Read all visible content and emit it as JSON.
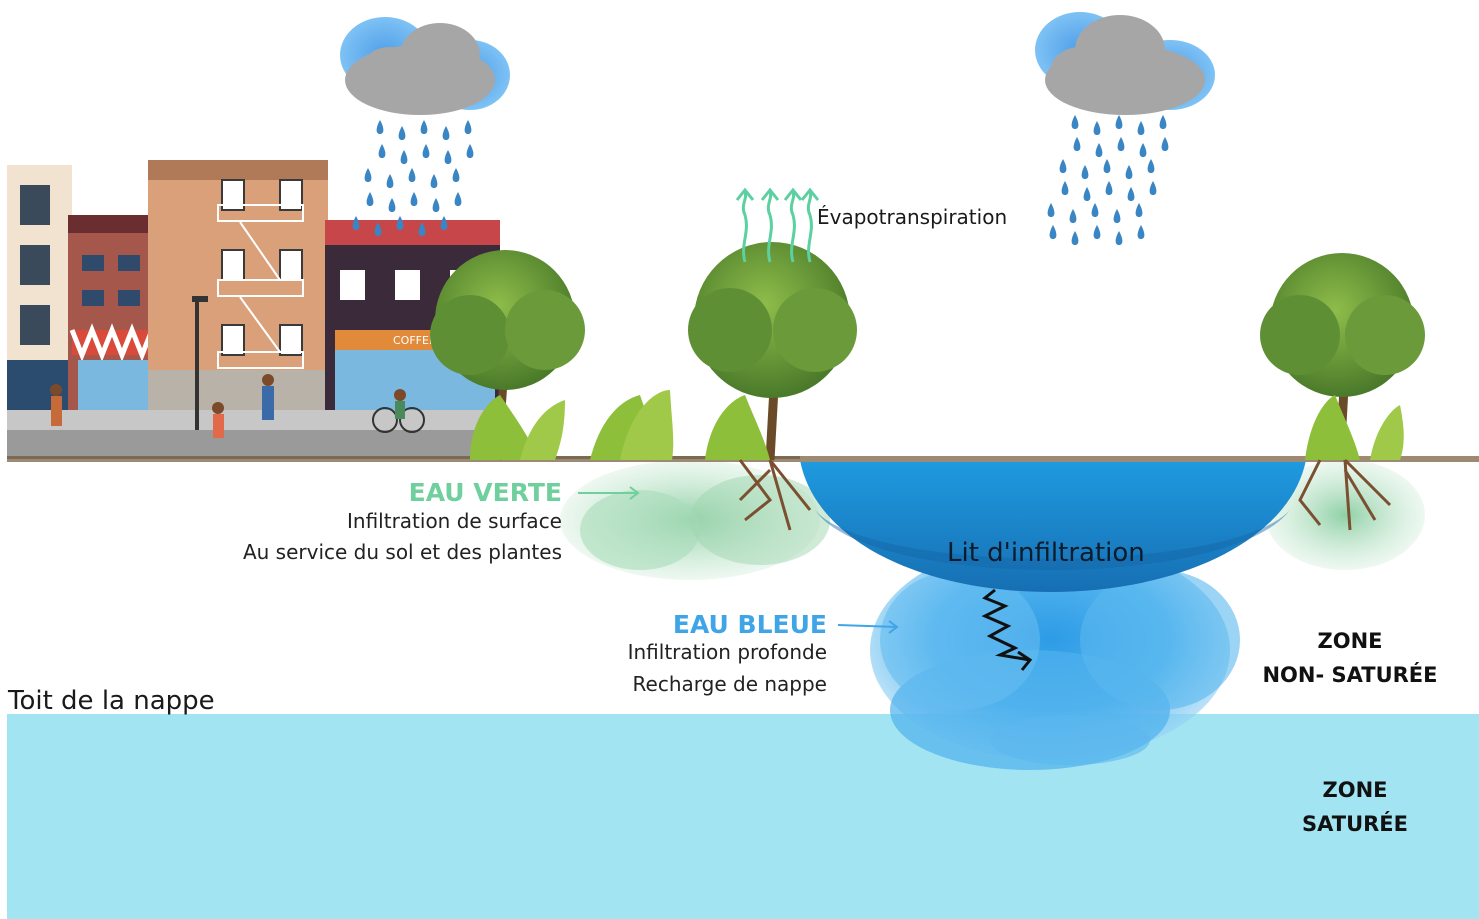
{
  "labels": {
    "evapo": "Évapotranspiration",
    "eau_verte_title": "EAU VERTE",
    "eau_verte_line1": "Infiltration de surface",
    "eau_verte_line2": "Au service du sol et des plantes",
    "eau_bleue_title": "EAU BLEUE",
    "eau_bleue_line1": "Infiltration profonde",
    "eau_bleue_line2": "Recharge de nappe",
    "lit": "Lit d'infiltration",
    "toit": "Toit de la nappe",
    "zone_ns_1": "ZONE",
    "zone_ns_2": "NON- SATURÉE",
    "zone_s_1": "ZONE",
    "zone_s_2": "SATURÉE",
    "coffee_sign": "COFFEE"
  },
  "colors": {
    "eau_verte": "#6fcf9d",
    "eau_bleue": "#3fa5e6",
    "nappe": "#a3e4f2",
    "bassin": "#1a8fd4",
    "ground": "#8b7355"
  }
}
